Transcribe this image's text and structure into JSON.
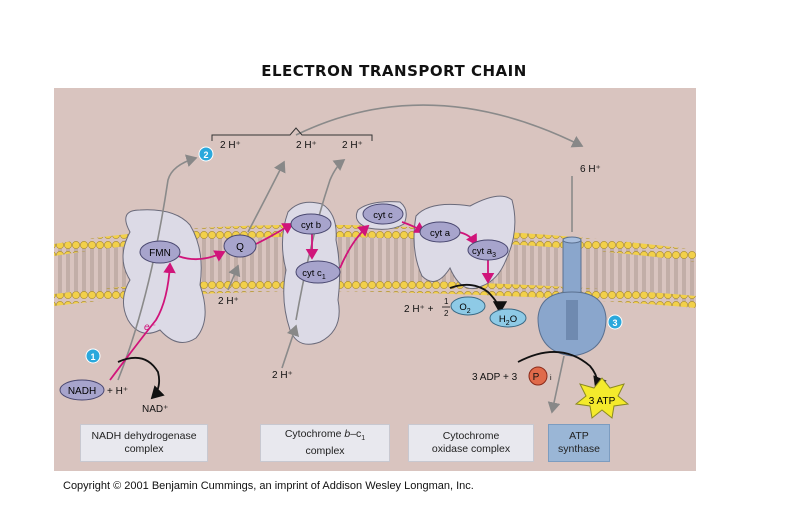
{
  "title": "ELECTRON TRANSPORT CHAIN",
  "copyright": "Copyright © 2001 Benjamin Cummings, an imprint of Addison Wesley Longman, Inc.",
  "carriers": {
    "fmn": "FMN",
    "q": "Q",
    "cyt_b": "cyt b",
    "cyt_c1": "cyt c",
    "cyt_c1_sub": "1",
    "cyt_c": "cyt c",
    "cyt_a": "cyt a",
    "cyt_a3": "cyt a",
    "cyt_a3_sub": "3",
    "nadh": "NADH",
    "o2": "O",
    "o2_sub": "2",
    "h2o_h": "H",
    "h2o_sub": "2",
    "h2o_o": "O",
    "pi": "P",
    "pi_sub": "i",
    "atp": "3 ATP"
  },
  "labels": {
    "h_top_1": "2 H⁺",
    "h_top_2": "2 H⁺",
    "h_top_3": "2 H⁺",
    "h_six": "6 H⁺",
    "h_q_below": "2 H⁺",
    "h_c1_below": "2 H⁺",
    "plus_h": "+ H⁺",
    "nad": "NAD⁺",
    "electron": "e⁻",
    "oxygen_prefix": "2 H⁺ + ",
    "half_num": "1",
    "half_den": "2",
    "adp": "3 ADP + 3",
    "step1": "1",
    "step2": "2",
    "step3": "3"
  },
  "boxes": {
    "nadh_dh": [
      "NADH dehydrogenase",
      "complex"
    ],
    "cyt_bc1_line1_a": "Cytochrome ",
    "cyt_bc1_line1_b": "b",
    "cyt_bc1_line1_c": "–c",
    "cyt_bc1_line1_sub": "1",
    "cyt_bc1_line2": "complex",
    "cyt_ox": [
      "Cytochrome",
      "oxidase complex"
    ],
    "atp_synthase": [
      "ATP",
      "synthase"
    ]
  },
  "colors": {
    "background": "#d9c4bf",
    "membrane_head": "#f2d04a",
    "membrane_tail": "#d9c4bf",
    "protein": "#dcdae6",
    "carrier": "#a7a4cc",
    "electron_arrow": "#d0147a",
    "proton_arrow": "#8a8a8a",
    "step_circle": "#2aa8dc",
    "atp_star": "#f4ea2c",
    "atp_synthase": "#8aa6cc"
  }
}
